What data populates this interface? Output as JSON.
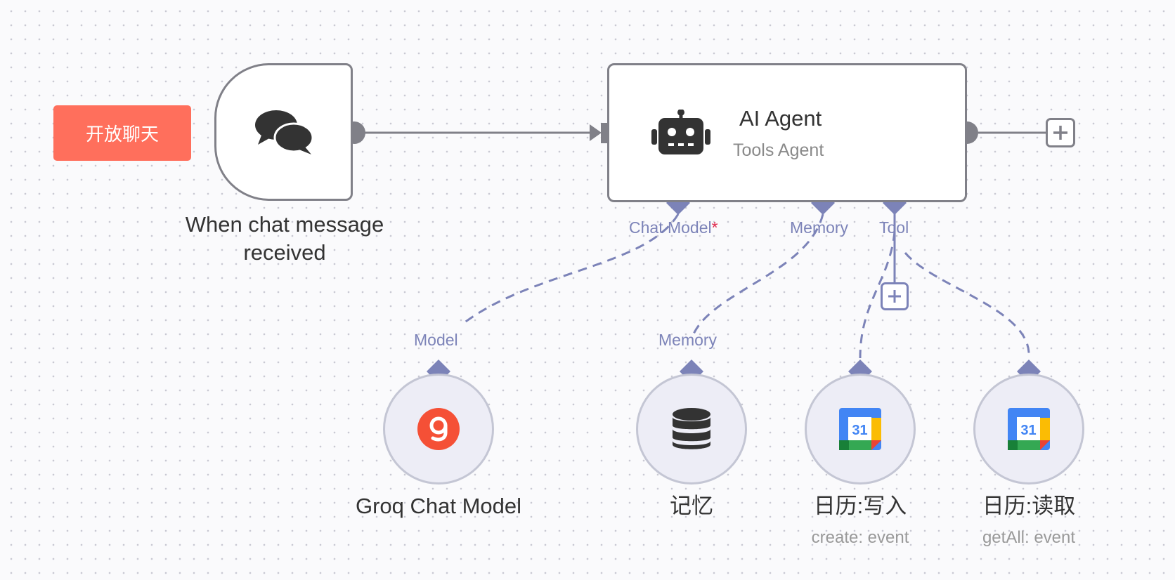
{
  "canvas": {
    "open_chat_button": "开放聊天",
    "nodes": {
      "chat_trigger": {
        "label": "When chat message received",
        "icon": "chat-bubbles-icon"
      },
      "ai_agent": {
        "title": "AI Agent",
        "subtitle": "Tools Agent",
        "icon": "robot-icon"
      },
      "groq_model": {
        "label": "Groq Chat Model",
        "icon": "groq-logo-icon",
        "input_port": "Model"
      },
      "memory": {
        "label": "记忆",
        "icon": "database-icon",
        "input_port": "Memory"
      },
      "calendar_write": {
        "label": "日历:写入",
        "sublabel": "create: event",
        "icon": "google-calendar-icon"
      },
      "calendar_read": {
        "label": "日历:读取",
        "sublabel": "getAll: event",
        "icon": "google-calendar-icon"
      }
    },
    "agent_ports": {
      "chat_model": "Chat Model",
      "chat_model_required": "*",
      "memory": "Memory",
      "tool": "Tool"
    },
    "calendar_day": "31"
  },
  "colors": {
    "accent_button": "#ff6f5c",
    "node_border": "#808088",
    "ai_connection": "#7c83b8",
    "subnode_fill": "#ededf6",
    "required": "#e0294d",
    "groq": "#f55036"
  }
}
